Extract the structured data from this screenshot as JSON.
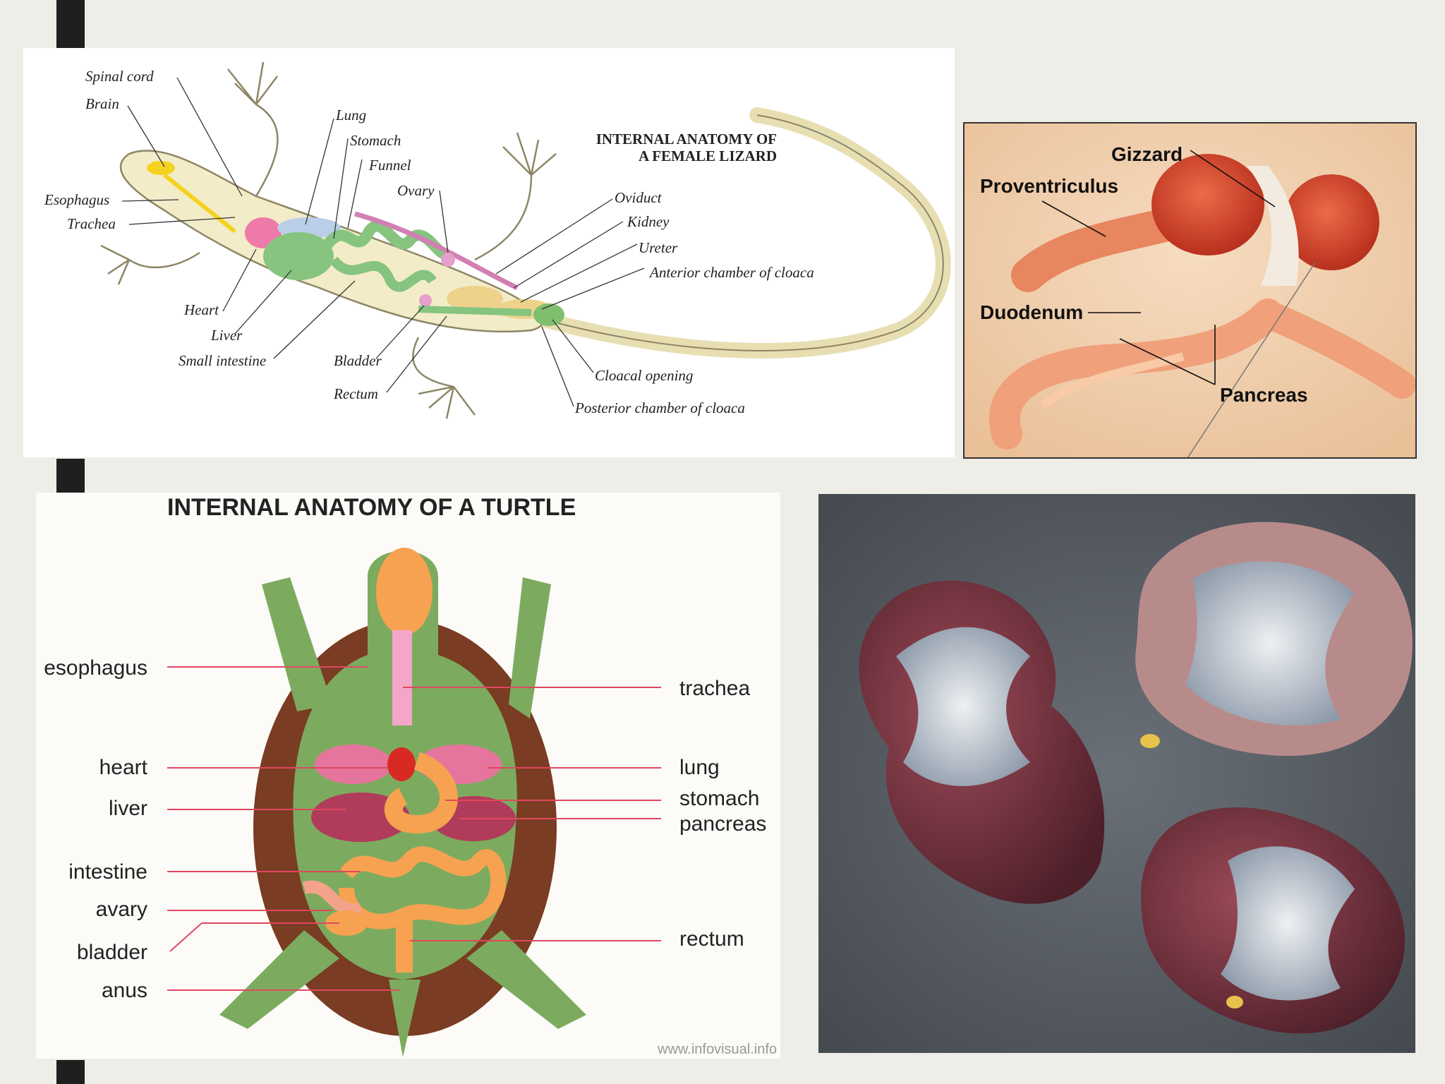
{
  "lizard": {
    "title_line1": "INTERNAL ANATOMY OF",
    "title_line2": "A FEMALE LIZARD",
    "labels": {
      "spinal_cord": "Spinal cord",
      "brain": "Brain",
      "esophagus": "Esophagus",
      "trachea": "Trachea",
      "lung": "Lung",
      "stomach": "Stomach",
      "funnel": "Funnel",
      "ovary": "Ovary",
      "oviduct": "Oviduct",
      "kidney": "Kidney",
      "ureter": "Ureter",
      "anterior_cloaca": "Anterior chamber of cloaca",
      "heart": "Heart",
      "liver": "Liver",
      "small_intestine": "Small intestine",
      "bladder": "Bladder",
      "rectum": "Rectum",
      "cloacal_opening": "Cloacal opening",
      "posterior_cloaca": "Posterior chamber of cloaca"
    }
  },
  "bird": {
    "labels": {
      "gizzard": "Gizzard",
      "proventriculus": "Proventriculus",
      "duodenum": "Duodenum",
      "pancreas": "Pancreas"
    }
  },
  "turtle": {
    "title": "INTERNAL ANATOMY OF A TURTLE",
    "labels": {
      "esophagus": "esophagus",
      "heart": "heart",
      "liver": "liver",
      "intestine": "intestine",
      "avary": "avary",
      "bladder": "bladder",
      "anus": "anus",
      "trachea": "trachea",
      "lung": "lung",
      "stomach": "stomach",
      "pancreas": "pancreas",
      "rectum": "rectum"
    },
    "credit": "www.infovisual.info"
  }
}
